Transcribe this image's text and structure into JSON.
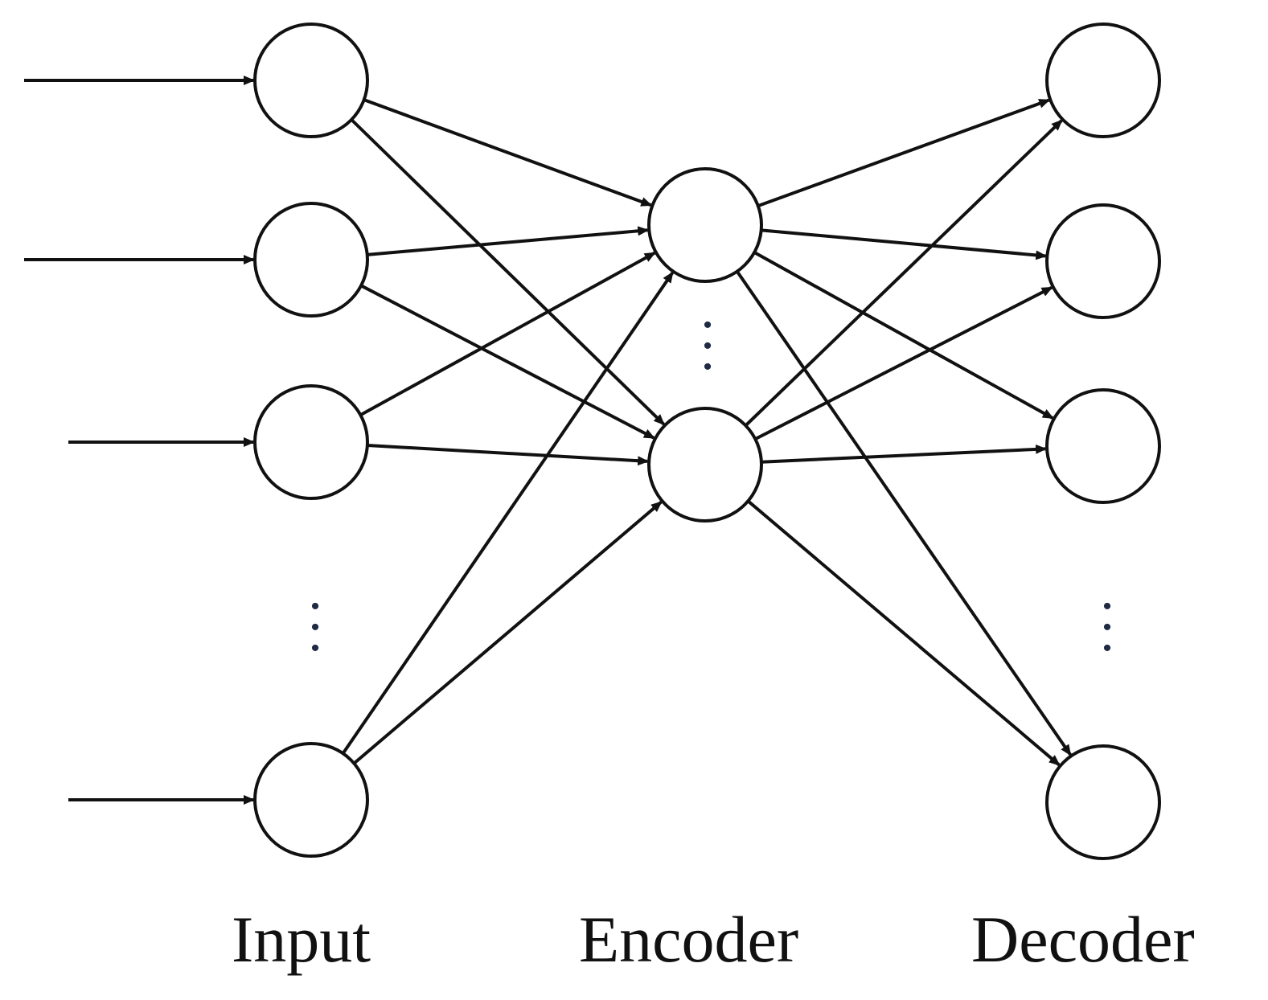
{
  "diagram": {
    "title": "",
    "layers": [
      {
        "id": "input",
        "label": "Input",
        "node_count": 4
      },
      {
        "id": "encoder",
        "label": "Encoder",
        "node_count": 2
      },
      {
        "id": "decoder",
        "label": "Decoder",
        "node_count": 4
      }
    ],
    "colors": {
      "stroke": "#111111",
      "node_fill": "#ffffff",
      "ellipsis": "#1f2a44"
    }
  }
}
